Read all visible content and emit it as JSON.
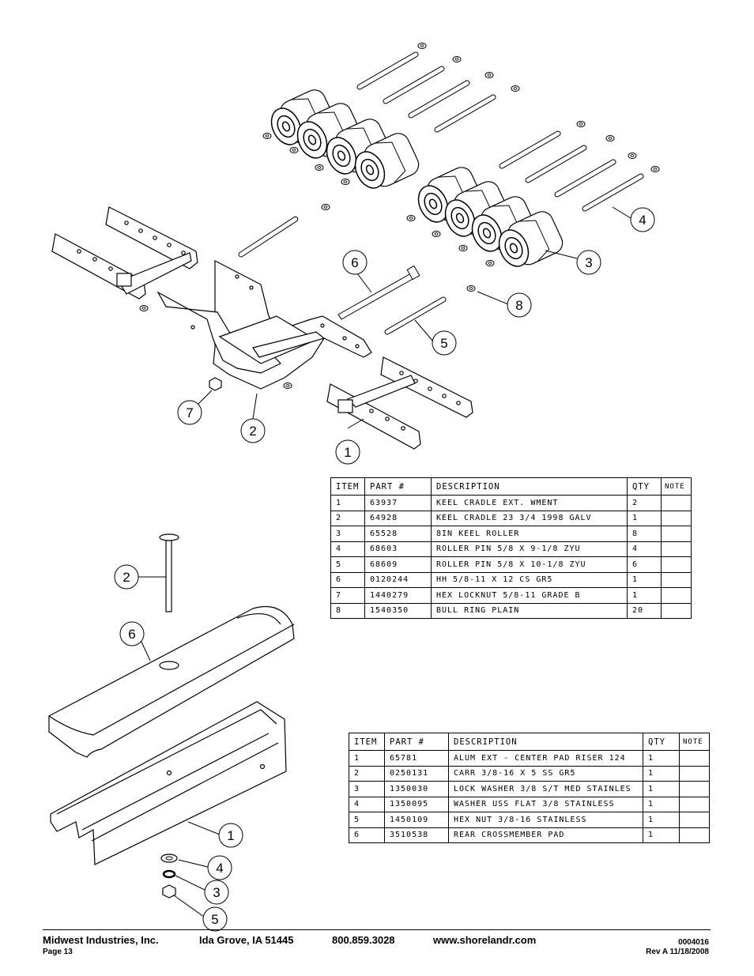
{
  "callouts_top": [
    "1",
    "2",
    "3",
    "4",
    "5",
    "6",
    "7",
    "8"
  ],
  "callouts_bottom": [
    "1",
    "2",
    "3",
    "4",
    "5",
    "6"
  ],
  "table_top": {
    "headers": [
      "ITEM",
      "PART #",
      "DESCRIPTION",
      "QTY",
      "NOTE"
    ],
    "rows": [
      [
        "1",
        "63937",
        "KEEL CRADLE EXT. WMENT",
        "2",
        ""
      ],
      [
        "2",
        "64928",
        "KEEL CRADLE 23 3/4 1998 GALV",
        "1",
        ""
      ],
      [
        "3",
        "65528",
        "8IN KEEL ROLLER",
        "8",
        ""
      ],
      [
        "4",
        "68603",
        "ROLLER PIN 5/8 X 9-1/8 ZYU",
        "4",
        ""
      ],
      [
        "5",
        "68609",
        "ROLLER PIN 5/8 X 10-1/8 ZYU",
        "6",
        ""
      ],
      [
        "6",
        "0120244",
        "HH 5/8-11 X 12 CS GR5",
        "1",
        ""
      ],
      [
        "7",
        "1440279",
        "HEX LOCKNUT 5/8-11 GRADE B",
        "1",
        ""
      ],
      [
        "8",
        "1540350",
        "BULL RING PLAIN",
        "20",
        ""
      ]
    ]
  },
  "table_bottom": {
    "headers": [
      "ITEM",
      "PART #",
      "DESCRIPTION",
      "QTY",
      "NOTE"
    ],
    "rows": [
      [
        "1",
        "65781",
        "ALUM EXT - CENTER PAD RISER 124",
        "1",
        ""
      ],
      [
        "2",
        "0250131",
        "CARR 3/8-16 X 5 SS GR5",
        "1",
        ""
      ],
      [
        "3",
        "1350030",
        "LOCK WASHER 3/8 S/T MED STAINLES",
        "1",
        ""
      ],
      [
        "4",
        "1350095",
        "WASHER USS FLAT 3/8 STAINLESS",
        "1",
        ""
      ],
      [
        "5",
        "1450109",
        "HEX NUT 3/8-16 STAINLESS",
        "1",
        ""
      ],
      [
        "6",
        "3510538",
        "REAR CROSSMEMBER PAD",
        "1",
        ""
      ]
    ]
  },
  "footer": {
    "company": "Midwest Industries, Inc.",
    "location": "Ida Grove, IA  51445",
    "phone": "800.859.3028",
    "website": "www.shorelandr.com",
    "page": "Page 13",
    "doc_number": "0004016",
    "revision": "Rev A  11/18/2008"
  }
}
